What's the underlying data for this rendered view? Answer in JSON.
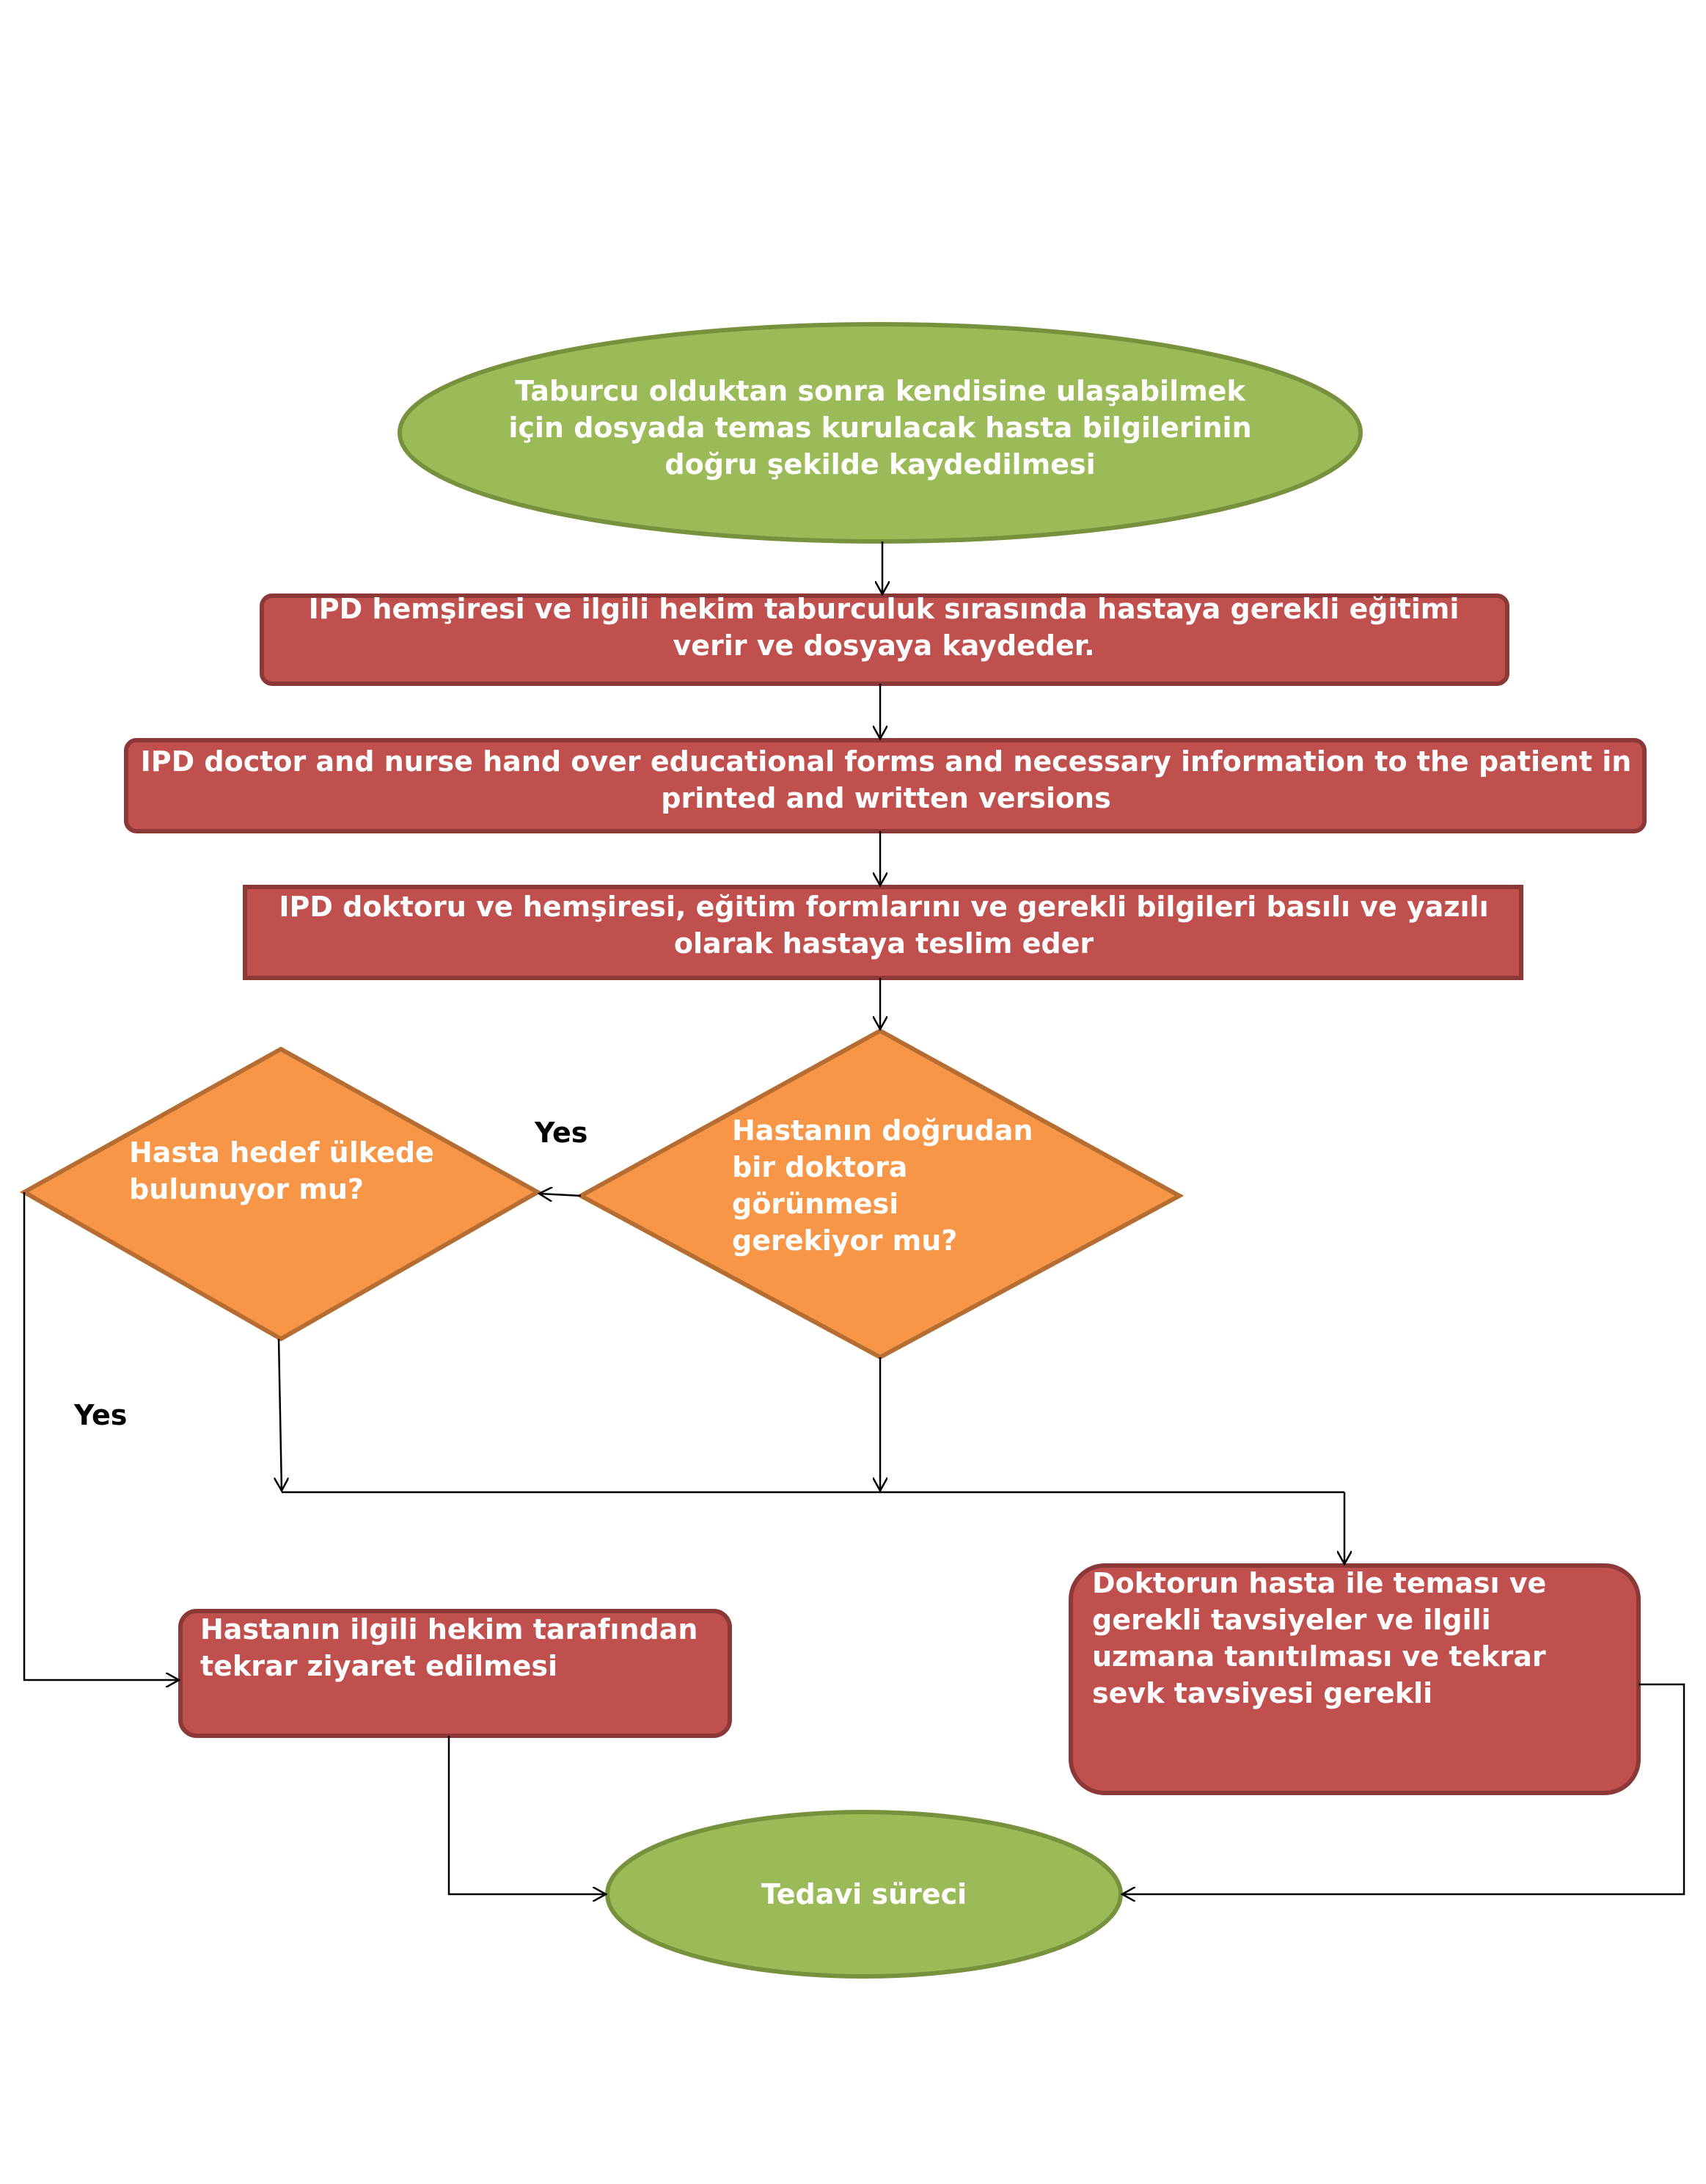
{
  "colors": {
    "ellipse_fill": "#9bbb59",
    "ellipse_stroke": "#76923c",
    "box_fill": "#c0504d",
    "box_stroke": "#8c3836",
    "diamond_fill": "#f79646",
    "diamond_stroke": "#b66d31",
    "connector": "#000000"
  },
  "nodes": {
    "start": "Taburcu olduktan sonra kendisine ulaşabilmek için dosyada temas kurulacak hasta bilgilerinin doğru şekilde kaydedilmesi",
    "step1": "IPD hemşiresi ve ilgili hekim taburculuk sırasında hastaya gerekli eğitimi verir ve dosyaya kaydeder.",
    "step2": "IPD doctor and nurse hand over educational forms and necessary information to the patient in printed and written versions",
    "step3": "IPD doktoru ve hemşiresi, eğitim formlarını ve gerekli bilgileri basılı ve yazılı olarak hastaya teslim eder",
    "decision_doctor": "Hastanın doğrudan bir doktora görünmesi gerekiyor mu?",
    "decision_country": "Hasta hedef ülkede bulunuyor mu?",
    "revisit": "Hastanın ilgili hekim tarafından tekrar ziyaret edilmesi",
    "doctor_contact": "Doktorun hasta ile teması ve gerekli tavsiyeler ve ilgili uzmana tanıtılması ve tekrar sevk tavsiyesi gerekli",
    "end": "Tedavi süreci"
  },
  "edge_labels": {
    "yes_top": "Yes",
    "yes_left": "Yes"
  }
}
